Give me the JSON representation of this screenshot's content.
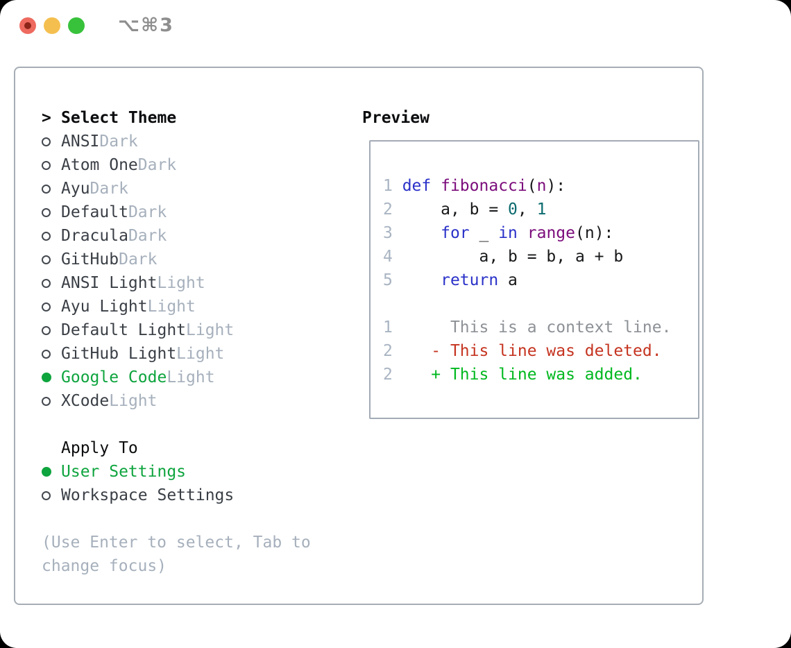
{
  "window": {
    "title": "⌥⌘3"
  },
  "colors": {
    "keyword": "#2a31c8",
    "function": "#7b0c7b",
    "literal": "#0a6a6e",
    "line_number": "#a9b4c2",
    "context": "#8d9196",
    "deleted": "#c53420",
    "added": "#00b81f",
    "selection_green": "#0ea43e",
    "text": "#3a3f46",
    "muted": "#a6b0bc",
    "traffic_red": "#ee6a5f",
    "traffic_yellow": "#f5bf4f",
    "traffic_green": "#38c23c"
  },
  "theme_panel": {
    "header": {
      "prompt": ">",
      "label": "Select Theme"
    },
    "themes": [
      {
        "name": "ANSI",
        "variant": "Dark",
        "selected": false
      },
      {
        "name": "Atom One",
        "variant": "Dark",
        "selected": false
      },
      {
        "name": "Ayu",
        "variant": "Dark",
        "selected": false
      },
      {
        "name": "Default",
        "variant": "Dark",
        "selected": false
      },
      {
        "name": "Dracula",
        "variant": "Dark",
        "selected": false
      },
      {
        "name": "GitHub",
        "variant": "Dark",
        "selected": false
      },
      {
        "name": "ANSI Light",
        "variant": "Light",
        "selected": false
      },
      {
        "name": "Ayu Light",
        "variant": "Light",
        "selected": false
      },
      {
        "name": "Default Light",
        "variant": "Light",
        "selected": false
      },
      {
        "name": "GitHub Light",
        "variant": "Light",
        "selected": false
      },
      {
        "name": "Google Code",
        "variant": "Light",
        "selected": true
      },
      {
        "name": "XCode",
        "variant": "Light",
        "selected": false
      }
    ],
    "apply_to": {
      "label": "Apply To",
      "options": [
        {
          "name": "User Settings",
          "selected": true
        },
        {
          "name": "Workspace Settings",
          "selected": false
        }
      ]
    },
    "hint_lines": [
      "(Use Enter to select, Tab to",
      "change focus)"
    ]
  },
  "preview": {
    "header": "Preview",
    "code_lines": [
      {
        "num": "1",
        "segs": [
          {
            "c": "kw",
            "t": "def"
          },
          {
            "c": "pl",
            "t": " "
          },
          {
            "c": "fn",
            "t": "fibonacci"
          },
          {
            "c": "pl",
            "t": "("
          },
          {
            "c": "fn",
            "t": "n"
          },
          {
            "c": "pl",
            "t": "):"
          }
        ]
      },
      {
        "num": "2",
        "segs": [
          {
            "c": "pl",
            "t": "    a, b = "
          },
          {
            "c": "lit",
            "t": "0"
          },
          {
            "c": "pl",
            "t": ", "
          },
          {
            "c": "lit",
            "t": "1"
          }
        ]
      },
      {
        "num": "3",
        "segs": [
          {
            "c": "pl",
            "t": "    "
          },
          {
            "c": "kw",
            "t": "for"
          },
          {
            "c": "pl",
            "t": " _ "
          },
          {
            "c": "kw",
            "t": "in"
          },
          {
            "c": "pl",
            "t": " "
          },
          {
            "c": "fn",
            "t": "range"
          },
          {
            "c": "pl",
            "t": "(n):"
          }
        ]
      },
      {
        "num": "4",
        "segs": [
          {
            "c": "pl",
            "t": "        a, b = b, a + b"
          }
        ]
      },
      {
        "num": "5",
        "segs": [
          {
            "c": "pl",
            "t": "    "
          },
          {
            "c": "kw",
            "t": "return"
          },
          {
            "c": "pl",
            "t": " a"
          }
        ]
      },
      {
        "num": "",
        "segs": []
      },
      {
        "num": "1",
        "segs": [
          {
            "c": "ctx",
            "t": "     This is a context line."
          }
        ]
      },
      {
        "num": "2",
        "segs": [
          {
            "c": "del",
            "t": "   - This line was deleted."
          }
        ]
      },
      {
        "num": "2",
        "segs": [
          {
            "c": "add",
            "t": "   + This line was added."
          }
        ]
      }
    ]
  }
}
